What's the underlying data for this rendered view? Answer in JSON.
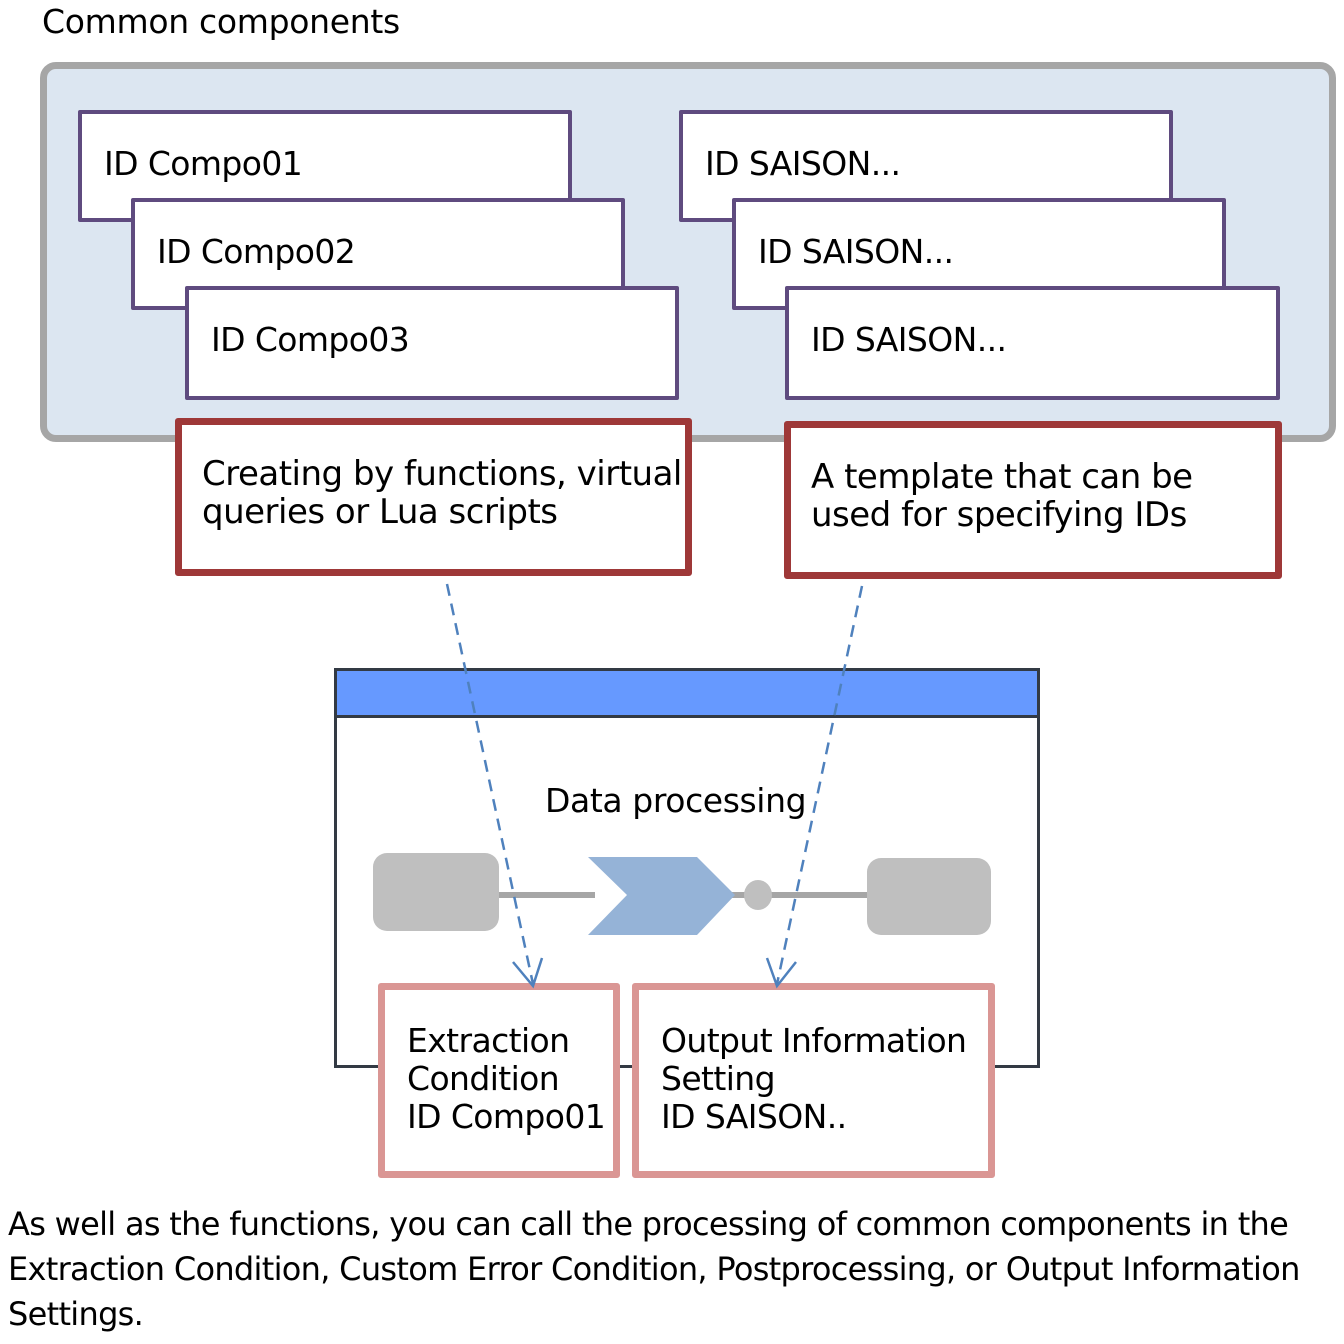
{
  "section_title": "Common components",
  "component_groups": [
    {
      "name": "functions-group",
      "cards": [
        {
          "label": "ID Compo01"
        },
        {
          "label": "ID Compo02"
        },
        {
          "label": "ID Compo03"
        }
      ],
      "note": {
        "lines": [
          "Creating by functions, virtual",
          "queries or Lua scripts"
        ]
      }
    },
    {
      "name": "templates-group",
      "cards": [
        {
          "label": "ID SAISON..."
        },
        {
          "label": "ID SAISON..."
        },
        {
          "label": "ID SAISON..."
        }
      ],
      "note": {
        "lines": [
          "A template that can be",
          "used for specifying IDs"
        ]
      }
    }
  ],
  "process_window": {
    "label": "Data processing",
    "settings": [
      {
        "lines": [
          "Extraction",
          "Condition",
          "ID Compo01"
        ]
      },
      {
        "lines": [
          "Output Information",
          "Setting",
          "ID SAISON.."
        ]
      }
    ]
  },
  "caption": "As well as the functions, you can call the processing of common components in the Extraction Condition, Custom Error Condition, Postprocessing, or Output Information Settings.",
  "colors": {
    "panel_fill": "#dce6f1",
    "panel_border": "#a6a6a6",
    "card_border": "#5f4b7f",
    "note_border": "#9e3838",
    "titlebar": "#6699ff",
    "setting_border": "#da9694",
    "arrow": "#4f81bd",
    "flow_arrow": "#95b3d7",
    "flow_node": "#bfbfbf"
  }
}
